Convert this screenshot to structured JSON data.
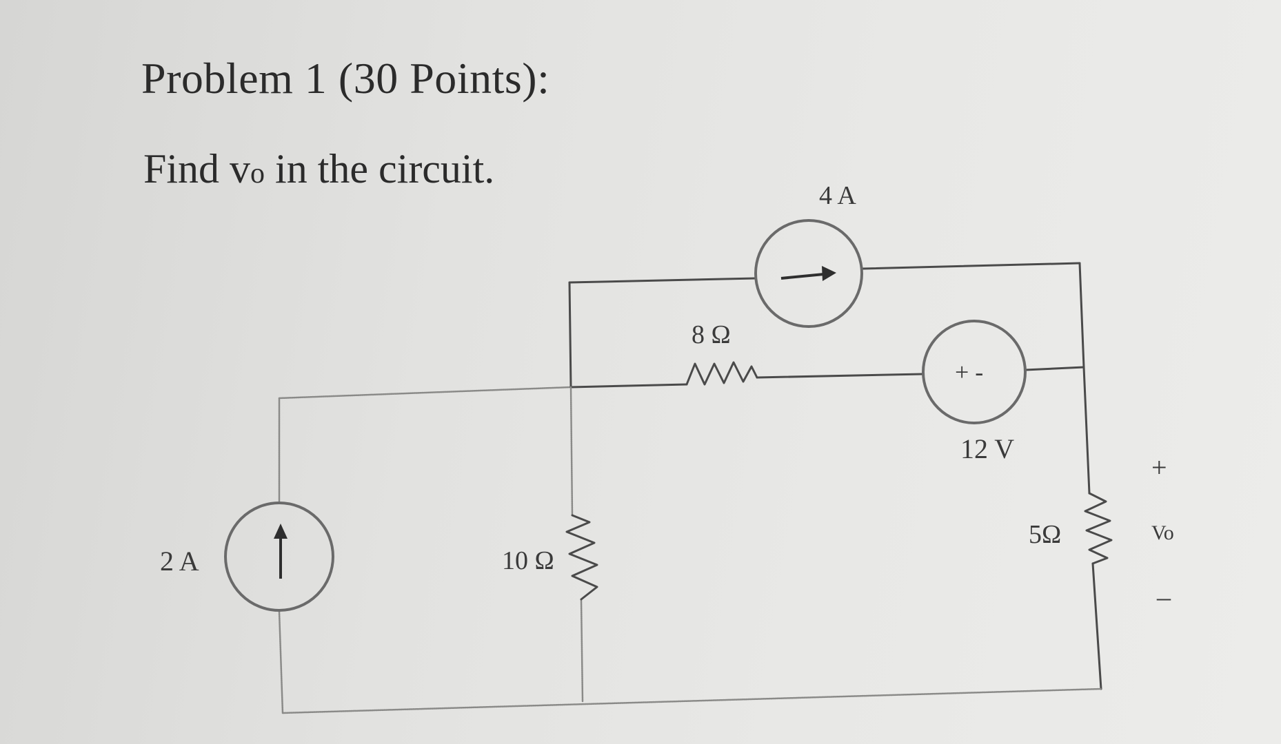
{
  "problem": {
    "heading": "Problem 1 (30 Points):",
    "instruction_prefix": "Find v",
    "instruction_subscript": "o",
    "instruction_suffix": " in the circuit."
  },
  "circuit": {
    "current_source_left": {
      "value": "2 A",
      "icon": "up-arrow-icon"
    },
    "resistor_10": {
      "value": "10 Ω"
    },
    "resistor_8": {
      "value": "8 Ω"
    },
    "current_source_top": {
      "value": "4 A",
      "icon": "right-arrow-icon"
    },
    "voltage_source": {
      "value": "12 V",
      "polarity": "+ -"
    },
    "resistor_5": {
      "value": "5Ω"
    },
    "output_voltage": {
      "label": "Vo",
      "plus": "+",
      "minus": "–"
    }
  }
}
